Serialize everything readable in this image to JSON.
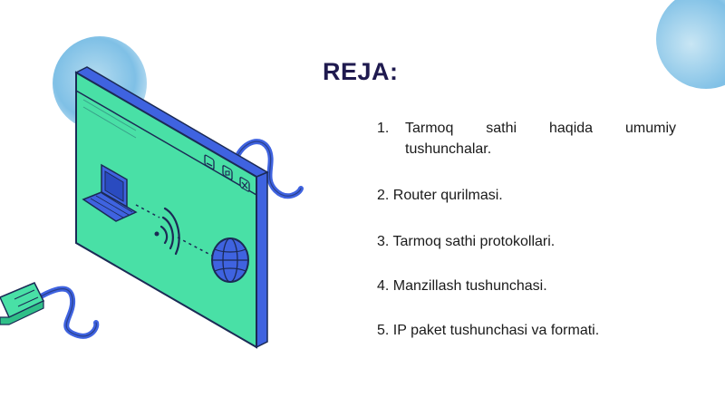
{
  "slide": {
    "title": "REJA:",
    "items": [
      {
        "number": "1.",
        "text": "Tarmoq sathi haqida umumiy tushunchalar."
      },
      {
        "text": "2. Router qurilmasi."
      },
      {
        "text": "3. Tarmoq sathi protokollari."
      },
      {
        "text": "4. Manzillash tushunchasi."
      },
      {
        "text": "5. IP paket tushunchasi va formati."
      }
    ]
  },
  "colors": {
    "title": "#1f1a4f",
    "window_fill": "#49e0a6",
    "window_outline": "#1b2a55",
    "accent_blue": "#3f63e0",
    "blob_blue": "#7fc0e6"
  },
  "illustration": {
    "icons": [
      "laptop-icon",
      "wifi-signal-icon",
      "globe-icon",
      "minimize-icon",
      "maximize-icon",
      "close-icon",
      "network-cable-icon"
    ]
  }
}
